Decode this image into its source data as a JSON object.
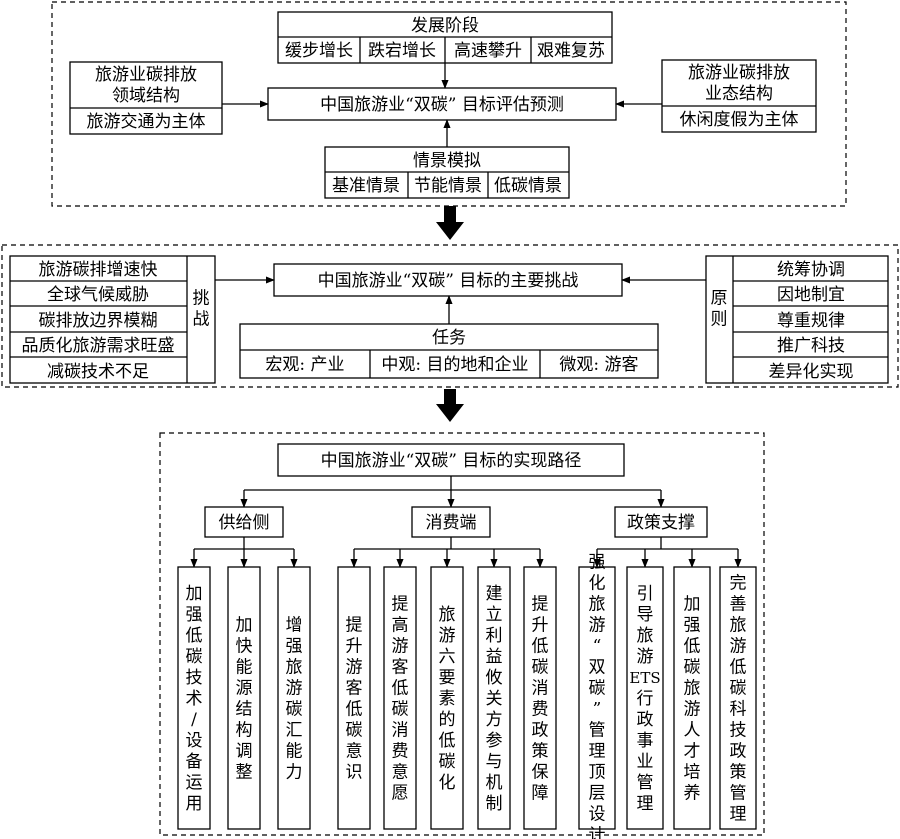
{
  "top": {
    "stages_title": "发展阶段",
    "stages": [
      "缓步增长",
      "跌宕增长",
      "高速攀升",
      "艰难复苏"
    ],
    "left_title": "旅游业碳排放领域结构",
    "left_title_lines": [
      "旅游业碳排放",
      "领域结构"
    ],
    "left_sub": "旅游交通为主体",
    "right_title": "旅游业碳排放业态结构",
    "right_title_lines": [
      "旅游业碳排放",
      "业态结构"
    ],
    "right_sub": "休闲度假为主体",
    "center": "中国旅游业“双碳” 目标评估预测",
    "scenario_title": "情景模拟",
    "scenarios": [
      "基准情景",
      "节能情景",
      "低碳情景"
    ]
  },
  "middle": {
    "challenges": [
      "旅游碳排增速快",
      "全球气候威胁",
      "碳排放边界模糊",
      "品质化旅游需求旺盛",
      "减碳技术不足"
    ],
    "challenge_label": "挑战",
    "center": "中国旅游业“双碳” 目标的主要挑战",
    "task_title": "任务",
    "tasks": [
      "宏观: 产业",
      "中观: 目的地和企业",
      "微观: 游客"
    ],
    "principle_label": "原则",
    "principles": [
      "统筹协调",
      "因地制宜",
      "尊重规律",
      "推广科技",
      "差异化实现"
    ]
  },
  "bottom": {
    "title": "中国旅游业“双碳” 目标的实现路径",
    "groups": [
      {
        "name": "供给侧",
        "items": [
          "加强低碳技术/设备运用",
          "加快能源结构调整",
          "增强旅游碳汇能力"
        ]
      },
      {
        "name": "消费端",
        "items": [
          "提升游客低碳意识",
          "提高游客低碳消费意愿",
          "旅游六要素的低碳化",
          "建立利益攸关方参与机制",
          "提升低碳消费政策保障"
        ]
      },
      {
        "name": "政策支撑",
        "items": [
          "强化旅游“双碳”管理顶层设计",
          "引导旅游ETS行政事业管理",
          "加强低碳旅游人才培养",
          "完善旅游低碳科技政策管理"
        ]
      }
    ]
  }
}
